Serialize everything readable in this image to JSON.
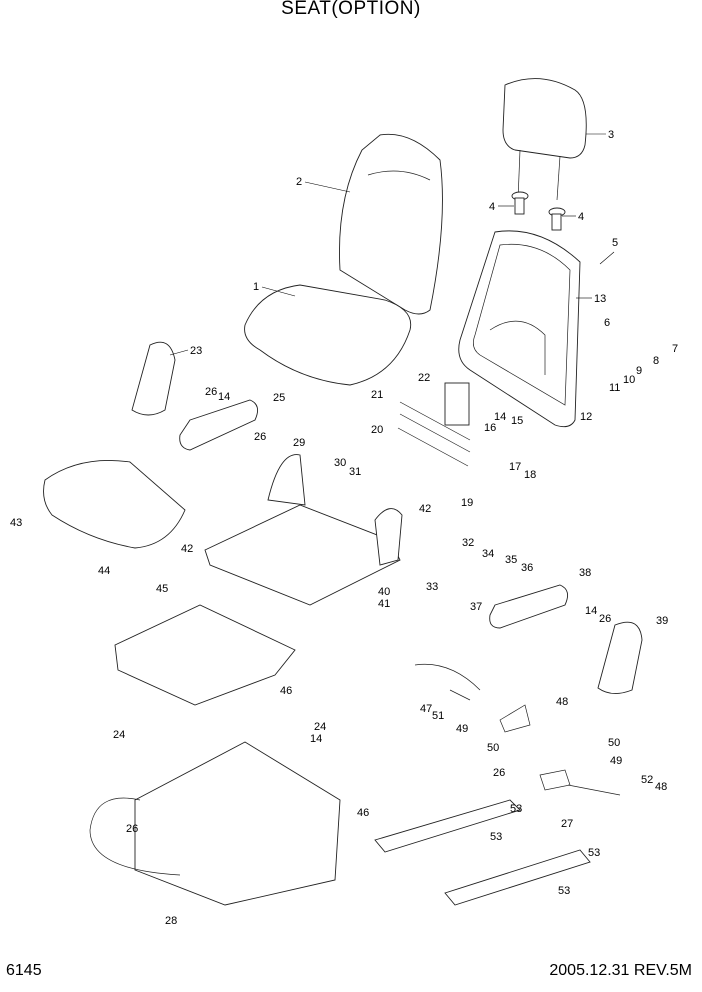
{
  "title": "SEAT(OPTION)",
  "page_number": "6145",
  "revision": "2005.12.31  REV.5M",
  "callouts": [
    "1",
    "2",
    "3",
    "4",
    "4",
    "5",
    "6",
    "7",
    "8",
    "9",
    "10",
    "11",
    "12",
    "13",
    "14",
    "14",
    "14",
    "14",
    "15",
    "16",
    "17",
    "18",
    "19",
    "20",
    "21",
    "22",
    "23",
    "24",
    "24",
    "25",
    "26",
    "26",
    "26",
    "26",
    "26",
    "27",
    "28",
    "29",
    "30",
    "31",
    "32",
    "33",
    "34",
    "35",
    "36",
    "37",
    "38",
    "39",
    "40",
    "41",
    "42",
    "42",
    "43",
    "44",
    "45",
    "46",
    "46",
    "47",
    "48",
    "48",
    "49",
    "49",
    "50",
    "50",
    "51",
    "52",
    "53",
    "53"
  ]
}
